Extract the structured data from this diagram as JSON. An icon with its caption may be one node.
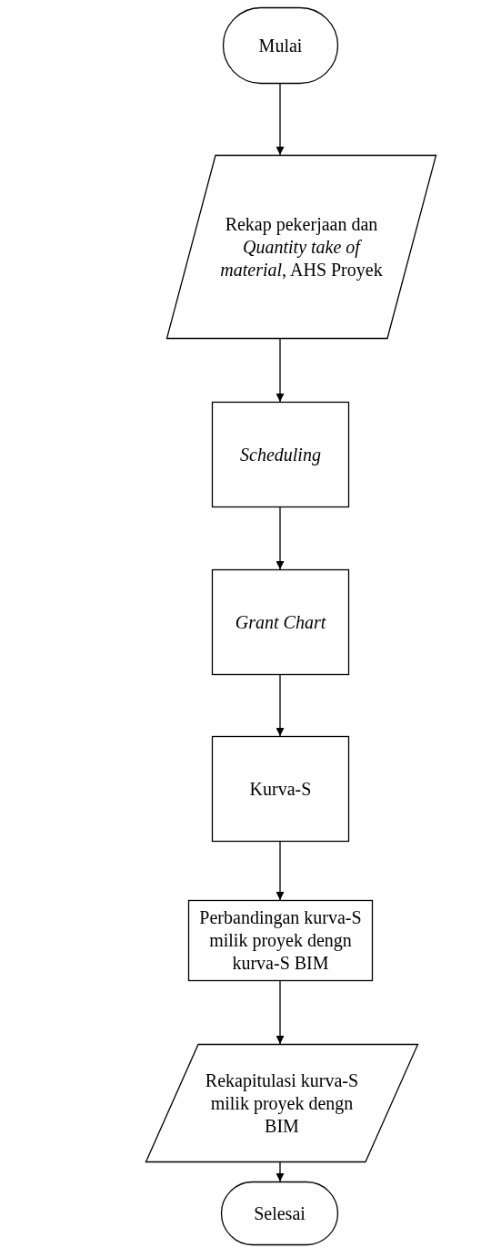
{
  "diagram": {
    "nodes": [
      {
        "text": [
          "Mulai"
        ]
      },
      {
        "text": [
          "Rekap pekerjaan dan *Quantity take of material*, AHS Proyek"
        ]
      },
      {
        "text": [
          "Scheduling"
        ]
      },
      {
        "text": [
          "Grant Chart"
        ]
      },
      {
        "text": [
          "Kurva-S"
        ]
      },
      {
        "text": [
          "Perbandingan kurva-S milik proyek dengn kurva-S BIM"
        ]
      },
      {
        "text": [
          "Rekapitulasi kurva-S milik proyek dengn BIM"
        ]
      },
      {
        "text": [
          "Selesai"
        ]
      }
    ],
    "edges": [
      {
        "from": 0,
        "to": 1,
        "arrow": "to"
      },
      {
        "from": 1,
        "to": 2,
        "arrow": "to"
      },
      {
        "from": 2,
        "to": 3,
        "arrow": "to"
      },
      {
        "from": 3,
        "to": 4,
        "arrow": "to"
      },
      {
        "from": 4,
        "to": 5,
        "arrow": "to"
      },
      {
        "from": 5,
        "to": 6,
        "arrow": "to"
      },
      {
        "from": 6,
        "to": 7,
        "arrow": "to"
      }
    ]
  }
}
